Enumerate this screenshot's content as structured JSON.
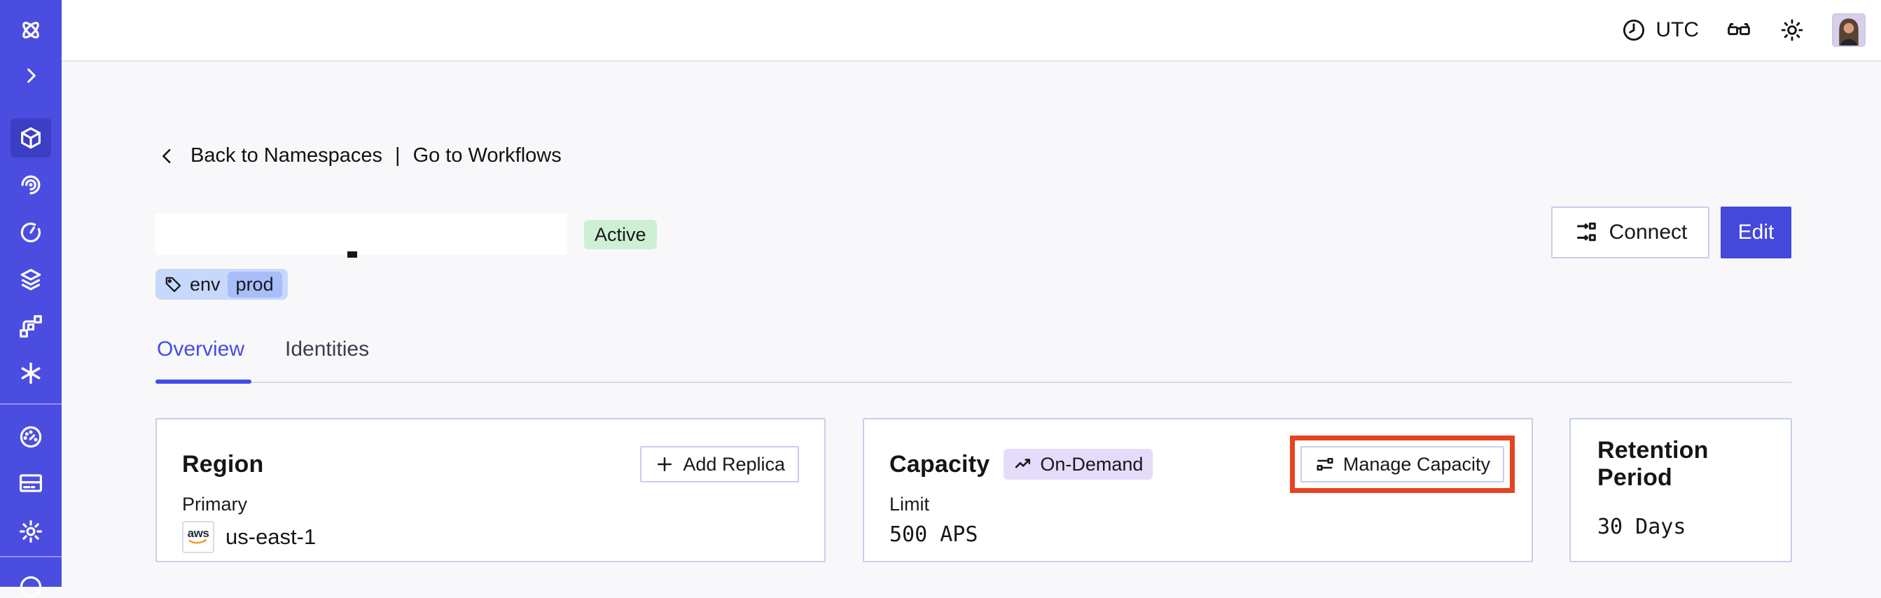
{
  "topbar": {
    "timezone_label": "UTC",
    "icons": [
      "clock-icon",
      "glasses-icon",
      "theme-sun-icon",
      "user-avatar"
    ]
  },
  "sidebar": {
    "selected": "namespaces",
    "icons": [
      "temporal-logo",
      "expand-chevron",
      "namespaces-cube",
      "workflows-spiral",
      "schedules-timer",
      "deployments-layers",
      "pipelines-branch",
      "batch-asterisk",
      "usage-gauge",
      "billing-card",
      "settings-gear",
      "support-circle"
    ]
  },
  "breadcrumb": {
    "back_label": "Back to Namespaces",
    "separator": "|",
    "workflows_label": "Go to Workflows"
  },
  "header": {
    "status_badge": "Active",
    "tag_key": "env",
    "tag_value": "prod",
    "connect_label": "Connect",
    "edit_label": "Edit"
  },
  "tabs": {
    "items": [
      {
        "label": "Overview",
        "active": true
      },
      {
        "label": "Identities",
        "active": false
      }
    ]
  },
  "cards": {
    "region": {
      "title": "Region",
      "add_replica_label": "Add Replica",
      "primary_label": "Primary",
      "provider": "aws",
      "region_value": "us-east-1"
    },
    "capacity": {
      "title": "Capacity",
      "mode_badge": "On-Demand",
      "manage_label": "Manage Capacity",
      "limit_label": "Limit",
      "limit_value": "500 APS",
      "manage_button_highlighted": true
    },
    "retention": {
      "title": "Retention Period",
      "value": "30 Days"
    }
  },
  "colors": {
    "sidebar_bg": "#4B4DE1",
    "sidebar_selected_bg": "#3C3EC4",
    "accent_indigo": "#444CE7",
    "active_badge_bg": "#CDF0D5",
    "tag_bg": "#C6D8FC",
    "tag_value_bg": "#A9BDF8",
    "ondemand_badge_bg": "#E4DCFA",
    "highlight_red": "#E8431F",
    "card_border": "#C7D0E9",
    "aws_orange": "#F7981F",
    "aws_navy": "#252F3E",
    "content_bg": "#F8F8FA"
  }
}
